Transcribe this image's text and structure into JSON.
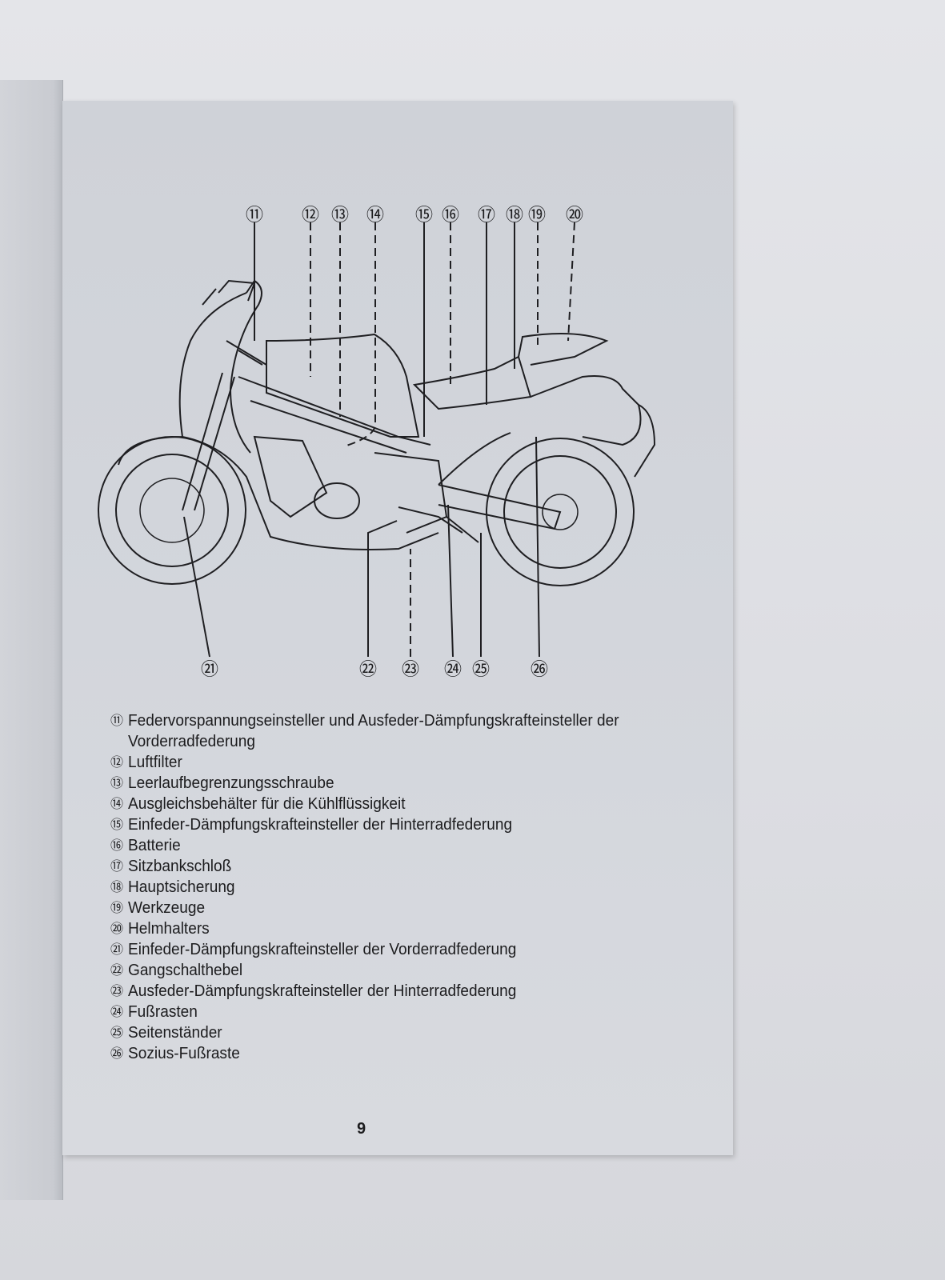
{
  "diagram": {
    "top_callouts": [
      "⑪",
      "⑫",
      "⑬",
      "⑭",
      "⑮",
      "⑯",
      "⑰",
      "⑱",
      "⑲",
      "⑳"
    ],
    "bottom_callouts": [
      "㉑",
      "㉒",
      "㉓",
      "㉔",
      "㉕",
      "㉖"
    ]
  },
  "legend": [
    {
      "num": "⑪",
      "text": "Federvorspannungseinsteller und Ausfeder-Dämpfungskrafteinsteller der",
      "cont": "Vorderradfederung"
    },
    {
      "num": "⑫",
      "text": "Luftfilter"
    },
    {
      "num": "⑬",
      "text": "Leerlaufbegrenzungsschraube"
    },
    {
      "num": "⑭",
      "text": "Ausgleichsbehälter für die Kühlflüssigkeit"
    },
    {
      "num": "⑮",
      "text": "Einfeder-Dämpfungskrafteinsteller der Hinterradfederung"
    },
    {
      "num": "⑯",
      "text": "Batterie"
    },
    {
      "num": "⑰",
      "text": "Sitzbankschloß"
    },
    {
      "num": "⑱",
      "text": "Hauptsicherung"
    },
    {
      "num": "⑲",
      "text": "Werkzeuge"
    },
    {
      "num": "⑳",
      "text": "Helmhalters"
    },
    {
      "num": "㉑",
      "text": "Einfeder-Dämpfungskrafteinsteller der Vorderradfederung"
    },
    {
      "num": "㉒",
      "text": "Gangschalthebel"
    },
    {
      "num": "㉓",
      "text": "Ausfeder-Dämpfungskrafteinsteller der Hinterradfederung"
    },
    {
      "num": "㉔",
      "text": "Fußrasten"
    },
    {
      "num": "㉕",
      "text": "Seitenständer"
    },
    {
      "num": "㉖",
      "text": "Sozius-Fußraste"
    }
  ],
  "page_number": "9"
}
